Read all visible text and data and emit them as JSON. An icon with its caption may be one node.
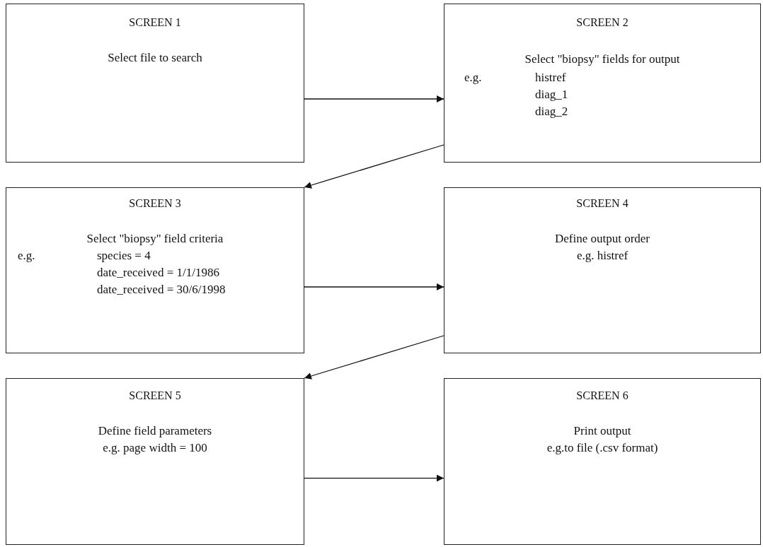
{
  "diagram": {
    "nodes": [
      {
        "text": [
          "SCREEN 1",
          "Select file to search"
        ]
      },
      {
        "text": [
          "SCREEN 2",
          "Select \"biopsy\" fields for output",
          "e.g.",
          "histref",
          "diag_1",
          "diag_2"
        ]
      },
      {
        "text": [
          "SCREEN 3",
          "Select \"biopsy\" field criteria",
          "e.g.",
          "species = 4",
          "date_received = 1/1/1986",
          "date_received = 30/6/1998"
        ]
      },
      {
        "text": [
          "SCREEN 4",
          "Define output order",
          "e.g. histref"
        ]
      },
      {
        "text": [
          "SCREEN 5",
          "Define field parameters",
          "e.g. page width = 100"
        ]
      },
      {
        "text": [
          "SCREEN 6",
          "Print output",
          "e.g.to file (.csv format)"
        ]
      }
    ],
    "edges": [
      {
        "from": 0,
        "to": 1,
        "arrow": "to"
      },
      {
        "from": 1,
        "to": 2,
        "arrow": "to"
      },
      {
        "from": 2,
        "to": 3,
        "arrow": "to"
      },
      {
        "from": 3,
        "to": 4,
        "arrow": "to"
      },
      {
        "from": 4,
        "to": 5,
        "arrow": "to"
      }
    ]
  }
}
